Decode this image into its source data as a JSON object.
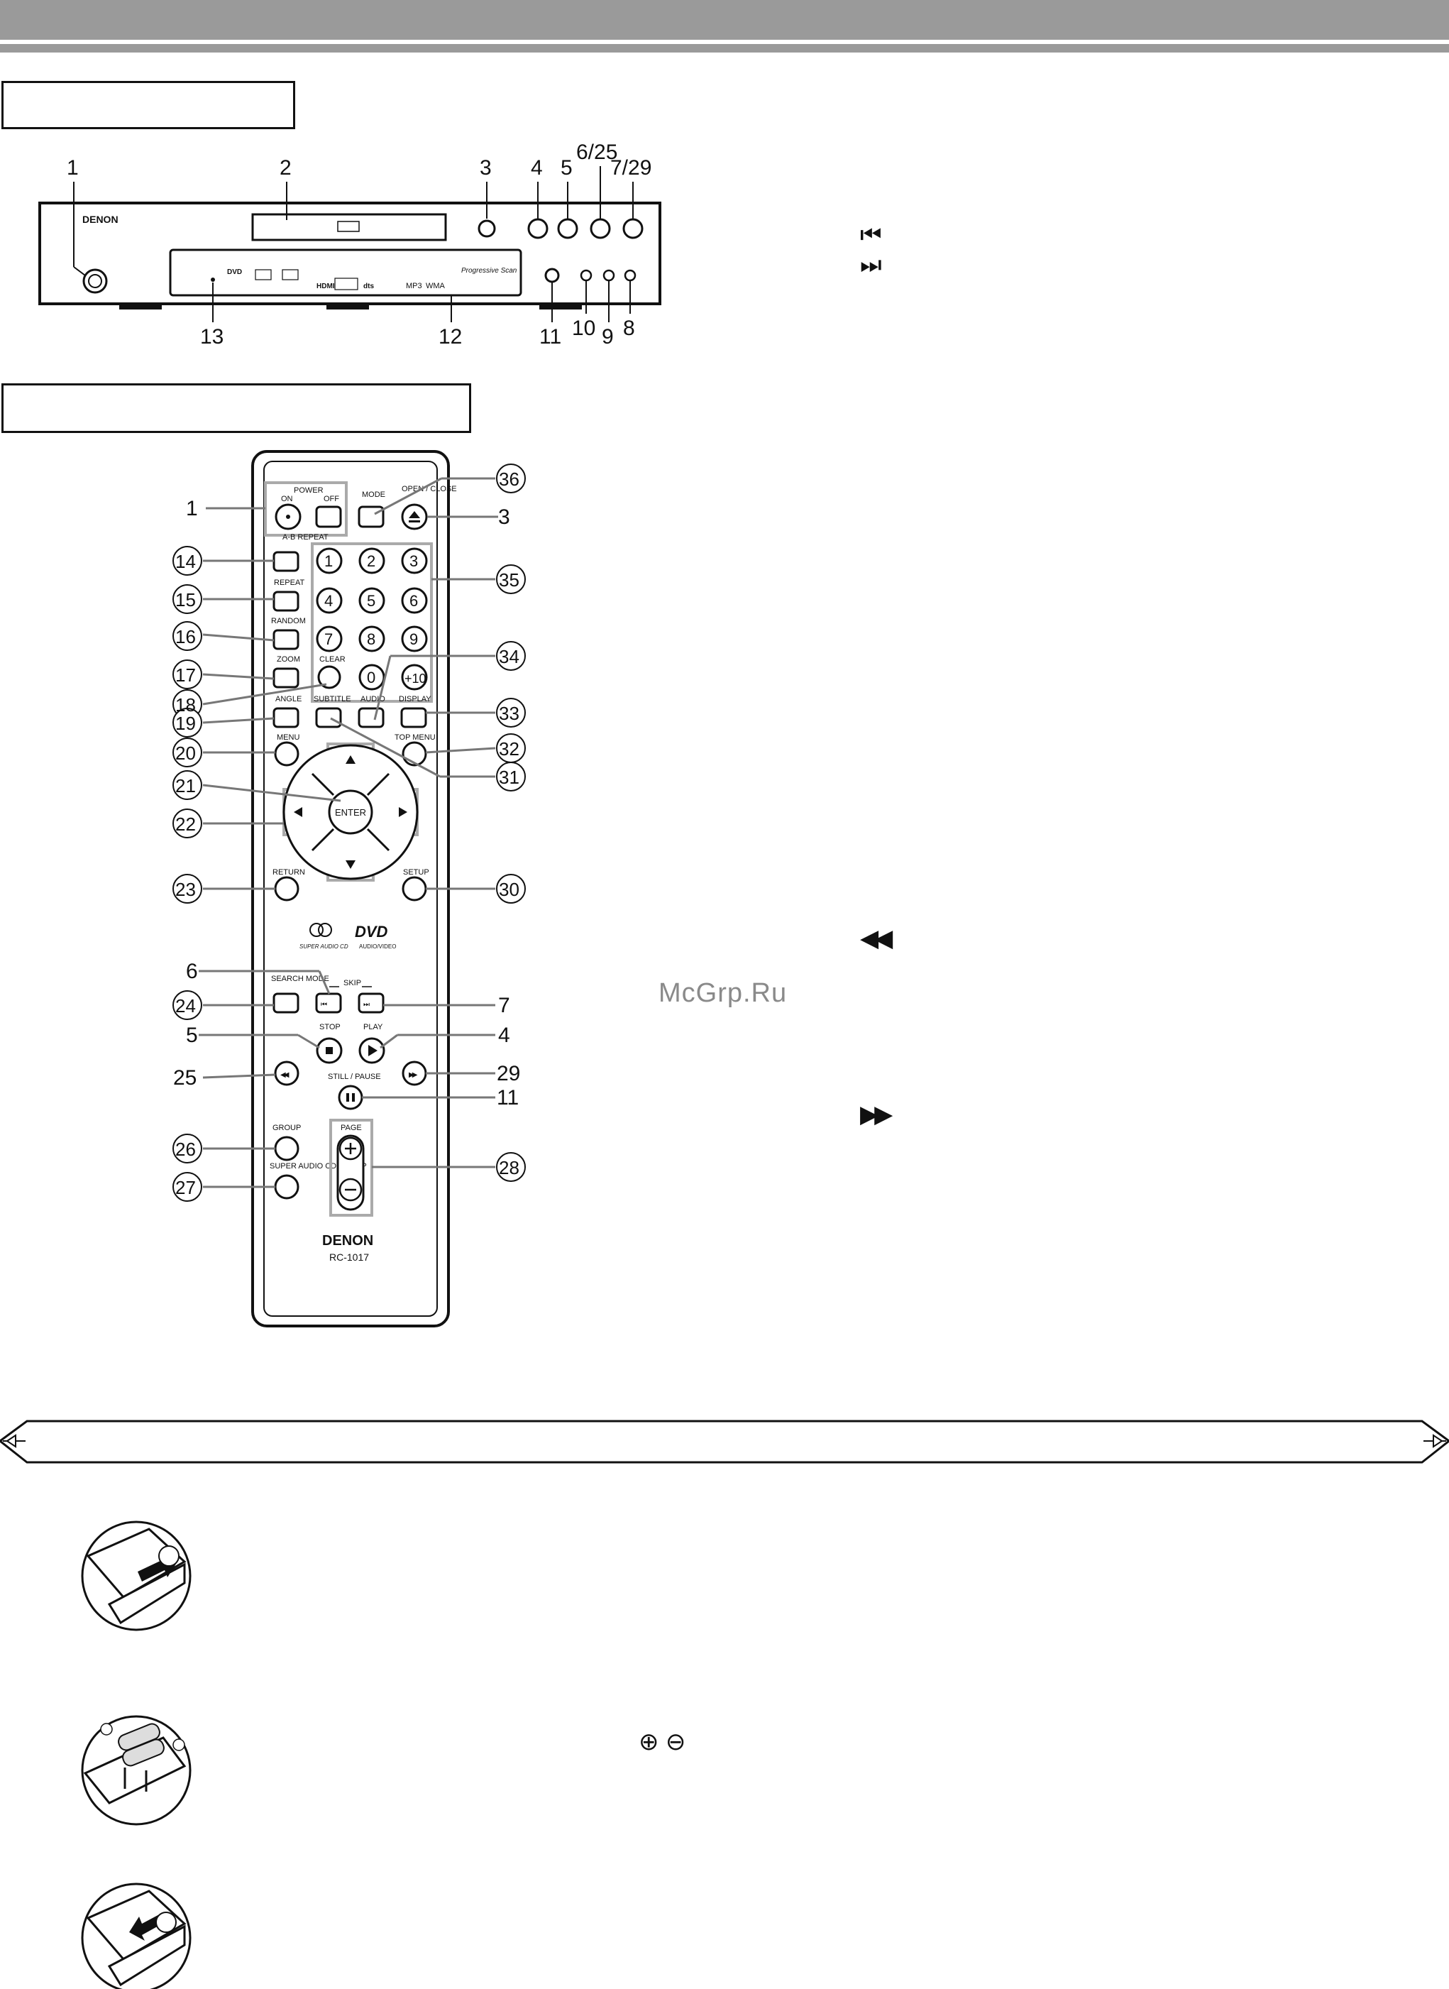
{
  "front_panel": {
    "brand": "DENON",
    "callouts_top": [
      "1",
      "2",
      "3",
      "4",
      "5",
      "6/25",
      "7/29"
    ],
    "callouts_bottom": [
      "13",
      "12",
      "11",
      "10",
      "9",
      "8"
    ],
    "logos": [
      "DVD",
      "HDMI",
      "dts",
      "MP3",
      "WMA"
    ],
    "progressive": "Progressive Scan"
  },
  "remote": {
    "brand": "DENON",
    "model": "RC-1017",
    "callouts_left": [
      "1",
      "14",
      "15",
      "16",
      "17",
      "18",
      "19",
      "20",
      "21",
      "22",
      "23",
      "6",
      "24",
      "5",
      "25",
      "26",
      "27"
    ],
    "callouts_right": [
      "36",
      "3",
      "35",
      "34",
      "33",
      "32",
      "31",
      "30",
      "7",
      "4",
      "29",
      "11",
      "28"
    ],
    "labels": {
      "power": "POWER",
      "on": "ON",
      "off": "OFF",
      "mode": "MODE",
      "open_close": "OPEN / CLOSE",
      "ab_repeat": "A-B REPEAT",
      "repeat": "REPEAT",
      "random": "RANDOM",
      "zoom": "ZOOM",
      "clear": "CLEAR",
      "angle": "ANGLE",
      "subtitle": "SUBTITLE",
      "audio": "AUDIO",
      "display": "DISPLAY",
      "menu": "MENU",
      "top_menu": "TOP MENU",
      "enter": "ENTER",
      "return": "RETURN",
      "setup": "SETUP",
      "search_mode": "SEARCH MODE",
      "skip": "SKIP",
      "stop": "STOP",
      "play": "PLAY",
      "still_pause": "STILL / PAUSE",
      "group": "GROUP",
      "sacd_setup": "SUPER AUDIO CD SET UP",
      "page": "PAGE",
      "sacd_logo": "SUPER AUDIO CD",
      "dvd_logo": "DVD",
      "dvd_sub": "AUDIO/VIDEO"
    },
    "digits": [
      "1",
      "2",
      "3",
      "4",
      "5",
      "6",
      "7",
      "8",
      "9",
      "0",
      "+10"
    ]
  },
  "side_symbols": {
    "prev": "⏮",
    "next": "⏭",
    "rewind": "◀◀",
    "fast_forward": "▶▶",
    "plus_minus": "⊕  ⊖"
  },
  "watermark": "McGrp.Ru"
}
